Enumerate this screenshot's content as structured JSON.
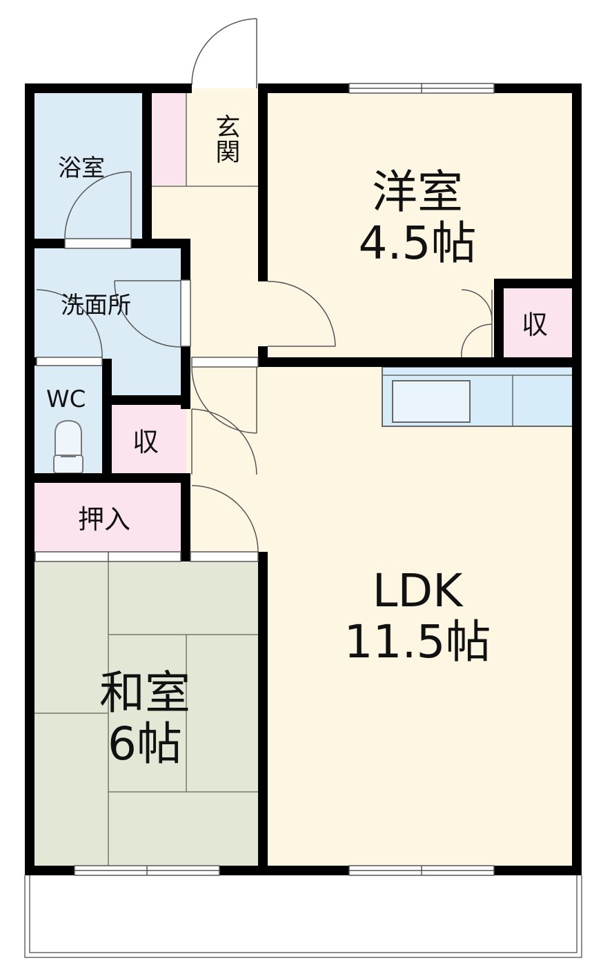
{
  "colors": {
    "wall": "#000000",
    "bath": "#dcecf7",
    "floor": "#fdf6e3",
    "storage": "#fbe4ee",
    "tatami": "#e2e8d5",
    "kitchen": "#d6ecf8",
    "line": "#666666",
    "window": "#ffffff"
  },
  "rooms": {
    "bath": {
      "name": "浴室"
    },
    "entrance": {
      "name": "玄関"
    },
    "western": {
      "name": "洋室",
      "size": "4.5帖"
    },
    "storage_western": {
      "name": "収"
    },
    "washroom": {
      "name": "洗面所"
    },
    "wc": {
      "name": "WC"
    },
    "storage_hall": {
      "name": "収"
    },
    "closet": {
      "name": "押入"
    },
    "ldk": {
      "name": "LDK",
      "size": "11.5帖"
    },
    "japanese": {
      "name": "和室",
      "size": "6帖"
    }
  },
  "icons": {
    "door": "door-swing-icon",
    "toilet": "toilet-icon",
    "sink": "kitchen-sink-icon"
  }
}
